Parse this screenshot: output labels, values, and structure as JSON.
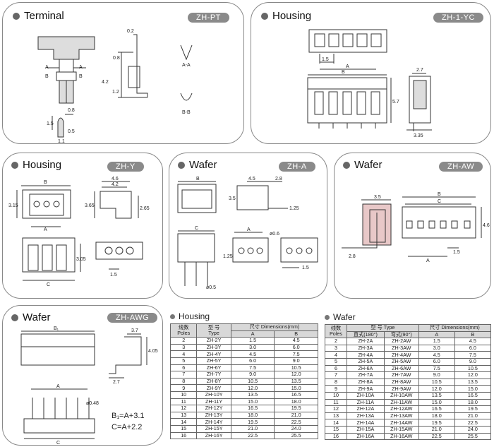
{
  "panels": {
    "terminal": {
      "title": "Terminal",
      "badge": "ZH-PT",
      "dims": {
        "d1": "0.2",
        "d2": "0.8",
        "d3": "4.2",
        "d4": "1.2",
        "d5": "0.8",
        "d6": "1.5",
        "d7": "0.5",
        "d8": "1.1"
      },
      "section_a": "A-A",
      "section_b": "B-B",
      "mark_a": "A",
      "mark_b": "B"
    },
    "housing_yc": {
      "title": "Housing",
      "badge": "ZH-1-YC",
      "dims": {
        "d1": "1.5",
        "d2": "A",
        "d3": "B",
        "d4": "5.7",
        "d5": "2.7",
        "d6": "3.35"
      }
    },
    "housing_y": {
      "title": "Housing",
      "badge": "ZH-Y",
      "dims": {
        "d1": "B",
        "d2": "3.15",
        "d3": "A",
        "d4": "4.6",
        "d5": "4.2",
        "d6": "3.65",
        "d7": "2.65",
        "d8": "3.05",
        "d9": "C",
        "d10": "1.5"
      }
    },
    "wafer_a": {
      "title": "Wafer",
      "badge": "ZH-A",
      "dims": {
        "d1": "B",
        "d2": "4.5",
        "d3": "2.8",
        "d4": "3.5",
        "d5": "1.25",
        "d6": "C",
        "d7": "A",
        "d8": "ø0.6",
        "d9": "1.25",
        "d10": "ø0.5",
        "d11": "1.5"
      }
    },
    "wafer_aw": {
      "title": "Wafer",
      "badge": "ZH-AW",
      "dims": {
        "d1": "3.5",
        "d2": "B",
        "d3": "C",
        "d4": "4.6",
        "d5": "2.8",
        "d6": "1.5",
        "d7": "A"
      }
    },
    "wafer_awg": {
      "title": "Wafer",
      "badge": "ZH-AWG",
      "dims": {
        "d1": "B₁",
        "d2": "3.7",
        "d3": "4.05",
        "d4": "2.7",
        "d5": "A",
        "d6": "ø0.48",
        "d7": "C"
      },
      "formula1": "B₁=A+3.1",
      "formula2": "C=A+2.2"
    }
  },
  "housing_table": {
    "title": "Housing",
    "headers": {
      "poles_cn": "线数",
      "poles_en": "Poles",
      "type_cn": "型 号",
      "type_en": "Type",
      "dims": "尺寸 Dimensions(mm)",
      "a": "A",
      "b": "B"
    },
    "rows": [
      [
        "2",
        "ZH-2Y",
        "1.5",
        "4.5"
      ],
      [
        "3",
        "ZH-3Y",
        "3.0",
        "6.0"
      ],
      [
        "4",
        "ZH-4Y",
        "4.5",
        "7.5"
      ],
      [
        "5",
        "ZH-5Y",
        "6.0",
        "9.0"
      ],
      [
        "6",
        "ZH-6Y",
        "7.5",
        "10.5"
      ],
      [
        "7",
        "ZH-7Y",
        "9.0",
        "12.0"
      ],
      [
        "8",
        "ZH-8Y",
        "10.5",
        "13.5"
      ],
      [
        "9",
        "ZH-9Y",
        "12.0",
        "15.0"
      ],
      [
        "10",
        "ZH-10Y",
        "13.5",
        "16.5"
      ],
      [
        "11",
        "ZH-11Y",
        "15.0",
        "18.0"
      ],
      [
        "12",
        "ZH-12Y",
        "16.5",
        "19.5"
      ],
      [
        "13",
        "ZH-13Y",
        "18.0",
        "21.0"
      ],
      [
        "14",
        "ZH-14Y",
        "19.5",
        "22.5"
      ],
      [
        "15",
        "ZH-15Y",
        "21.0",
        "24.0"
      ],
      [
        "16",
        "ZH-16Y",
        "22.5",
        "25.5"
      ]
    ]
  },
  "wafer_table": {
    "title": "Wafer",
    "headers": {
      "poles_cn": "线数",
      "poles_en": "Poles",
      "type_cn": "型 号",
      "type_en": "Type",
      "straight": "直式(180°)",
      "angle": "弯式(90°)",
      "dims": "尺寸 Dimensions(mm)",
      "a": "A",
      "b": "B"
    },
    "rows": [
      [
        "2",
        "ZH-2A",
        "ZH-2AW",
        "1.5",
        "4.5"
      ],
      [
        "3",
        "ZH-3A",
        "ZH-3AW",
        "3.0",
        "6.0"
      ],
      [
        "4",
        "ZH-4A",
        "ZH-4AW",
        "4.5",
        "7.5"
      ],
      [
        "5",
        "ZH-5A",
        "ZH-5AW",
        "6.0",
        "9.0"
      ],
      [
        "6",
        "ZH-6A",
        "ZH-6AW",
        "7.5",
        "10.5"
      ],
      [
        "7",
        "ZH-7A",
        "ZH-7AW",
        "9.0",
        "12.0"
      ],
      [
        "8",
        "ZH-8A",
        "ZH-8AW",
        "10.5",
        "13.5"
      ],
      [
        "9",
        "ZH-9A",
        "ZH-9AW",
        "12.0",
        "15.0"
      ],
      [
        "10",
        "ZH-10A",
        "ZH-10AW",
        "13.5",
        "16.5"
      ],
      [
        "11",
        "ZH-11A",
        "ZH-11AW",
        "15.0",
        "18.0"
      ],
      [
        "12",
        "ZH-12A",
        "ZH-12AW",
        "16.5",
        "19.5"
      ],
      [
        "13",
        "ZH-13A",
        "ZH-13AW",
        "18.0",
        "21.0"
      ],
      [
        "14",
        "ZH-14A",
        "ZH-14AW",
        "19.5",
        "22.5"
      ],
      [
        "15",
        "ZH-15A",
        "ZH-15AW",
        "21.0",
        "24.0"
      ],
      [
        "16",
        "ZH-16A",
        "ZH-16AW",
        "22.5",
        "25.5"
      ]
    ]
  }
}
